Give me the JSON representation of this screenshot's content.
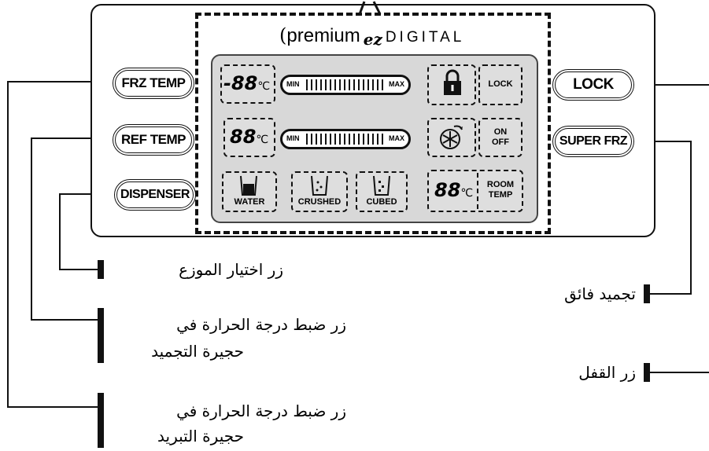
{
  "brand": {
    "logo_mark": "(",
    "premium": "premium",
    "ez": "ez",
    "digital": "DIGITAL"
  },
  "display": {
    "frz_temp_readout": "-88",
    "ref_temp_readout": "88",
    "room_temp_readout": "88",
    "temp_unit": "℃",
    "bar_min": "MIN",
    "bar_max": "MAX",
    "lock_label": "LOCK",
    "on_label": "ON",
    "off_label": "OFF",
    "water_label": "WATER",
    "crushed_label": "CRUSHED",
    "cubed_label": "CUBED",
    "room_label": "ROOM",
    "temp_label": "TEMP"
  },
  "buttons": {
    "frz_temp": "FRZ TEMP",
    "ref_temp": "REF TEMP",
    "dispenser": "DISPENSER",
    "lock": "LOCK",
    "super_frz": "SUPER FRZ"
  },
  "callouts": {
    "dispenser": "زر اختيار الموزع",
    "frz_line1": "زر ضبط درجة الحرارة في",
    "frz_line2": "حجيرة التجميد",
    "ref_line1": "زر ضبط درجة الحرارة في",
    "ref_line2": "حجيرة التبريد",
    "super_frz": "تجميد فائق",
    "lock": "زر القفل"
  }
}
